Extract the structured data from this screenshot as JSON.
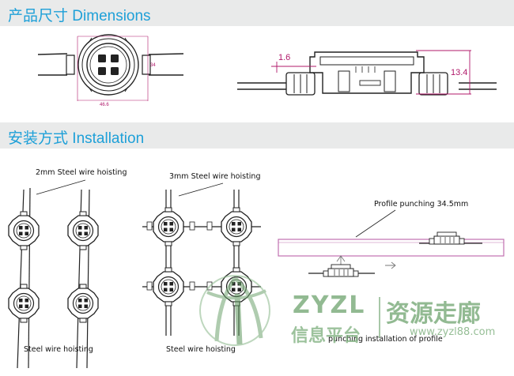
{
  "sections": {
    "dimensions": {
      "cjk": "产品尺寸",
      "latin": "Dimensions"
    },
    "installation": {
      "cjk": "安装方式",
      "latin": "Installation"
    }
  },
  "dims": {
    "width": "46.6",
    "height": "34",
    "side_small": "1.6",
    "side_height": "13.4"
  },
  "labels": {
    "wire_2mm": "2mm Steel wire hoisting",
    "wire_3mm": "3mm Steel wire hoisting",
    "profile_punching": "Profile punching 34.5mm",
    "steel_left": "Steel wire hoisting",
    "steel_mid": "Steel wire hoisting",
    "profile_install": "punching installation of profile"
  },
  "watermark": {
    "latin": "ZYZL",
    "cjk": "资源走廊",
    "sub": "信息平台",
    "url": "www.zyzl88.com"
  },
  "colors": {
    "title": "#1ea0d8",
    "dimension": "#b0186a",
    "profile": "#c070b0",
    "watermark": "#6ea36e"
  }
}
